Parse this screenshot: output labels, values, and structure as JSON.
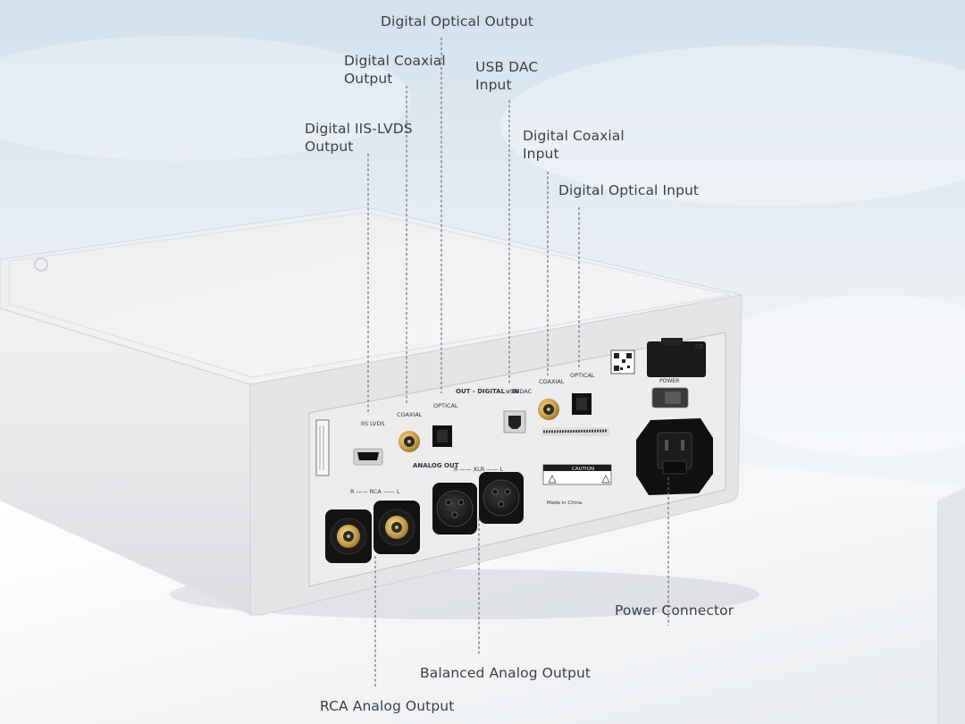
{
  "labels": {
    "digital_optical_output": "Digital Optical Output",
    "digital_coaxial_output": "Digital Coaxial\nOutput",
    "usb_dac_input": "USB DAC\nInput",
    "digital_iis_lvds_output": "Digital IIS-LVDS\nOutput",
    "digital_coaxial_input": "Digital Coaxial\nInput",
    "digital_optical_input": "Digital Optical Input",
    "power_connector": "Power Connector",
    "balanced_analog_output": "Balanced Analog Output",
    "rca_analog_output": "RCA Analog Output"
  },
  "panel_text": {
    "iis_lvds": "IIS LVDS",
    "coaxial_out": "COAXIAL",
    "optical_out": "OPTICAL",
    "out_digital_in": "OUT - DIGITAL - IN",
    "usb_dac": "USB DAC",
    "coaxial_in": "COAXIAL",
    "optical_in": "OPTICAL",
    "analog_out": "ANALOG OUT",
    "rca": "R —— RCA —— L",
    "xlr": "R —— XLR —— L",
    "power": "POWER",
    "caution": "CAUTION",
    "made_in": "Made in China"
  },
  "colors": {
    "text": "#3c3f43",
    "leader": "#6b6f74",
    "body_silver": "#e6e7e9",
    "back_panel": "#ececee",
    "gold": "#c9a04a",
    "connector_black": "#141414"
  }
}
